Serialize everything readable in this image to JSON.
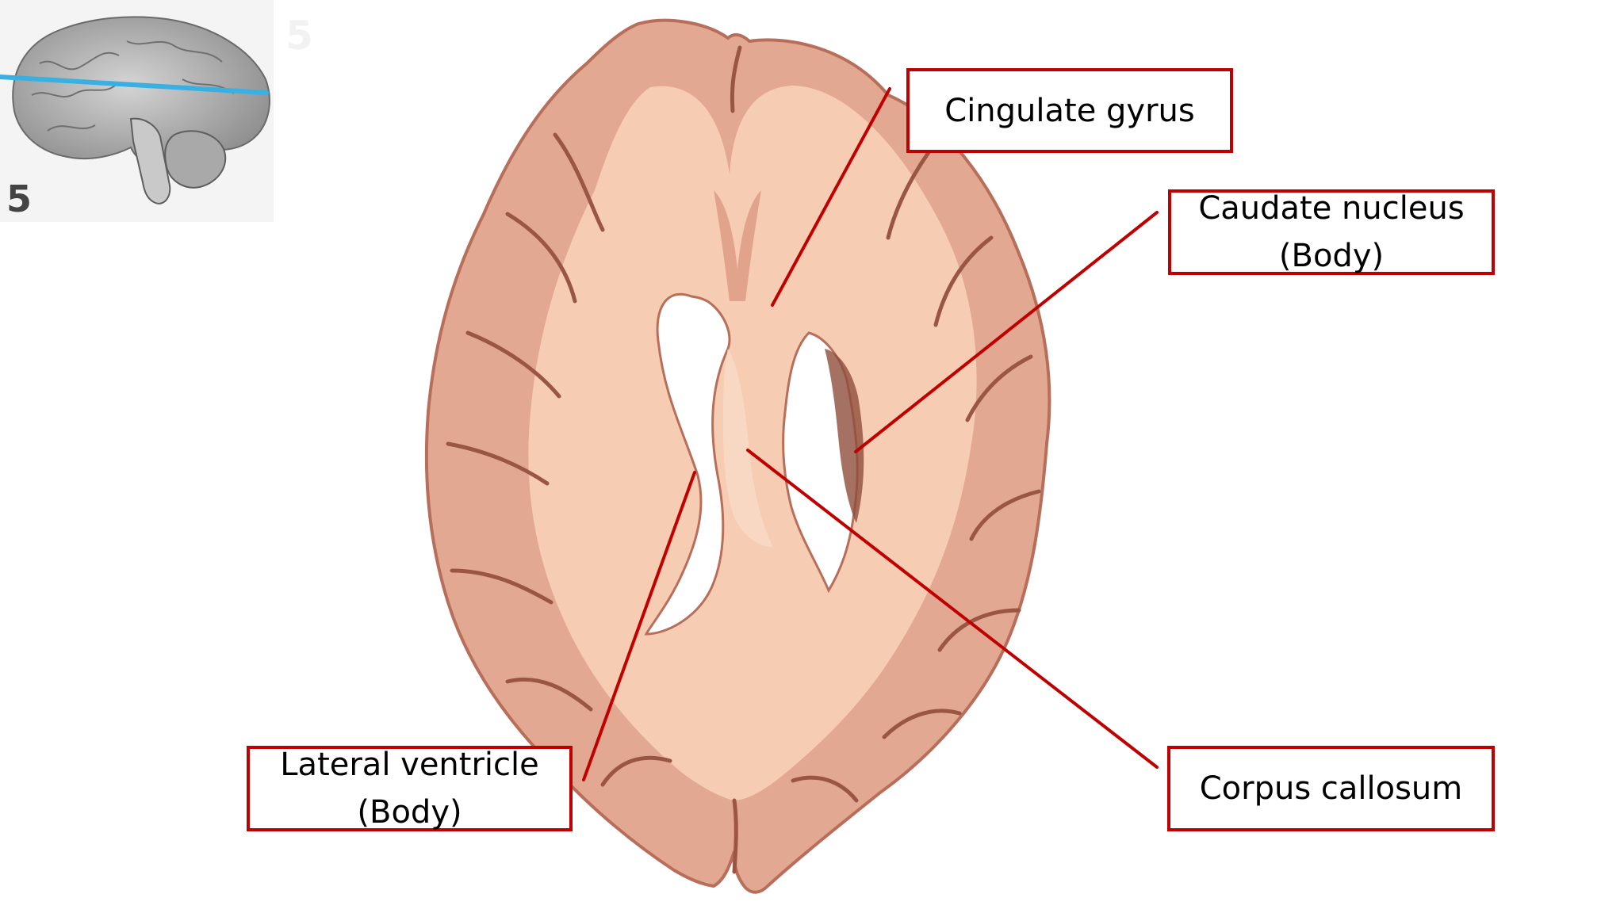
{
  "diagram": {
    "labels": {
      "cingulate_gyrus": [
        "Cingulate gyrus"
      ],
      "caudate_nucleus": [
        "Caudate nucleus",
        "(Body)"
      ],
      "lateral_ventricle": [
        "Lateral ventricle",
        "(Body)"
      ],
      "corpus_callosum": [
        "Corpus callosum"
      ]
    },
    "inset": {
      "slice_number": "5",
      "ghost_number": "5"
    }
  },
  "colors": {
    "leader_line": "#c00000",
    "label_border": "#c00000",
    "slice_plane": "#3ab0e2",
    "tissue_gray": "#e3a891",
    "tissue_white": "#f6cdb2",
    "background": "#ffffff"
  },
  "icons": {
    "brain_section": "axial-brain-slice-photo",
    "inset": "sagittal-brain-illustration"
  }
}
